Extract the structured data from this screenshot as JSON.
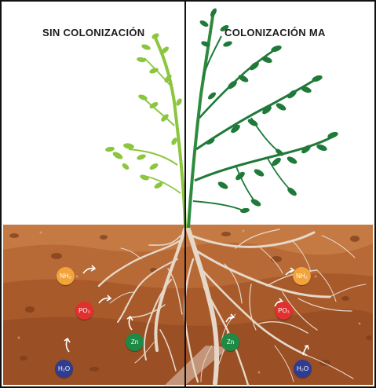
{
  "labels": {
    "left": "SIN COLONIZACIÓN",
    "right": "COLONIZACIÓN MA"
  },
  "nutrients": [
    {
      "id": "nh2-left",
      "label": "NH₂",
      "color": "#f2a33a"
    },
    {
      "id": "po3-left",
      "label": "PO₃",
      "color": "#e0312f"
    },
    {
      "id": "zn-left",
      "label": "Zn",
      "color": "#1e8a45"
    },
    {
      "id": "h2o-left",
      "label": "H₂O",
      "color": "#2f3c8f"
    },
    {
      "id": "nh2-right",
      "label": "NH₂",
      "color": "#f2a33a"
    },
    {
      "id": "po3-right",
      "label": "PO₃",
      "color": "#e0312f"
    },
    {
      "id": "zn-right",
      "label": "Zn",
      "color": "#1e8a45"
    },
    {
      "id": "h2o-right",
      "label": "H₂O",
      "color": "#2f3c8f"
    }
  ],
  "colors": {
    "soil_top": "#c97c45",
    "soil_mid": "#b4622f",
    "soil_deep": "#9c4e22",
    "plant_light": "#8cc63f",
    "plant_dark": "#1f7a3a",
    "root": "#e9ddd0"
  }
}
